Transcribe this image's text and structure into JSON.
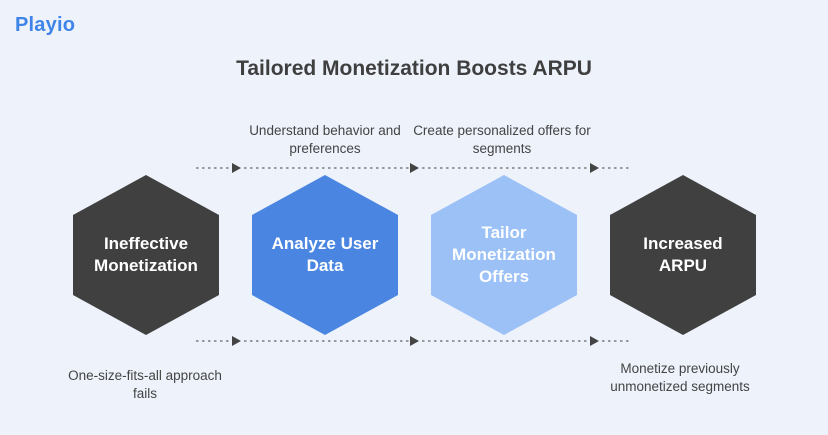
{
  "brand": {
    "name": "Playio"
  },
  "title": "Tailored Monetization Boosts ARPU",
  "steps": [
    {
      "label": "Ineffective Monetization",
      "color": "#404040",
      "text_color": "#ffffff"
    },
    {
      "label": "Analyze User Data",
      "color": "#4a86e1",
      "text_color": "#ffffff"
    },
    {
      "label": "Tailor Monetization Offers",
      "color": "#9bc1f7",
      "text_color": "#ffffff"
    },
    {
      "label": "Increased ARPU",
      "color": "#404040",
      "text_color": "#ffffff"
    }
  ],
  "captions": {
    "step1": "One-size-fits-all approach fails",
    "step2": "Understand behavior and preferences",
    "step3": "Create personalized offers for segments",
    "step4": "Monetize previously unmonetized segments"
  }
}
